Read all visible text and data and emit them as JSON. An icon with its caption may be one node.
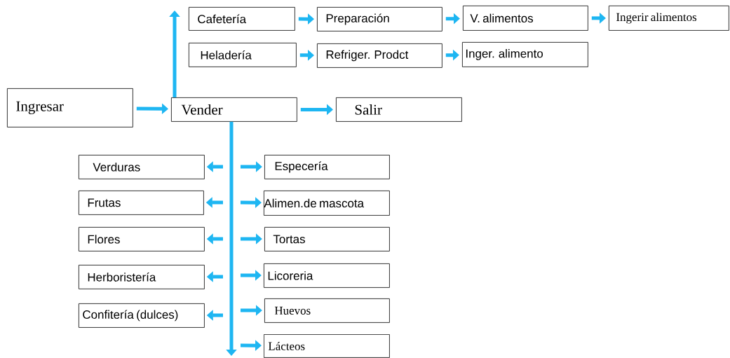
{
  "diagram": {
    "nodes": [
      {
        "text": [
          "Ingresar"
        ]
      },
      {
        "text": [
          "Cafetería"
        ]
      },
      {
        "text": [
          "Preparación"
        ]
      },
      {
        "text": [
          "V. alimentos"
        ]
      },
      {
        "text": [
          "Ingerir alimentos"
        ]
      },
      {
        "text": [
          "Heladería"
        ]
      },
      {
        "text": [
          "Refriger. Prodct"
        ]
      },
      {
        "text": [
          "Inger. alimento"
        ]
      },
      {
        "text": [
          "Vender"
        ]
      },
      {
        "text": [
          "Salir"
        ]
      },
      {
        "text": [
          "Verduras"
        ]
      },
      {
        "text": [
          "Especería"
        ]
      },
      {
        "text": [
          "Frutas"
        ]
      },
      {
        "text": [
          "Alimen.de mascota"
        ]
      },
      {
        "text": [
          "Flores"
        ]
      },
      {
        "text": [
          "Tortas"
        ]
      },
      {
        "text": [
          "Herboristería"
        ]
      },
      {
        "text": [
          "Licoreria"
        ]
      },
      {
        "text": [
          "Confitería (dulces)"
        ]
      },
      {
        "text": [
          "Huevos"
        ]
      },
      {
        "text": [
          "Lácteos"
        ]
      }
    ],
    "edges": [
      {
        "from": 0,
        "to": 8,
        "arrow": "to"
      },
      {
        "from": 8,
        "to": 9,
        "arrow": "to"
      },
      {
        "from": 8,
        "to": null,
        "arrow": "to"
      },
      {
        "from": 1,
        "to": 2,
        "arrow": "to"
      },
      {
        "from": 2,
        "to": 3,
        "arrow": "to"
      },
      {
        "from": 3,
        "to": 4,
        "arrow": "to"
      },
      {
        "from": 5,
        "to": 6,
        "arrow": "to"
      },
      {
        "from": 6,
        "to": 7,
        "arrow": "to"
      },
      {
        "from": 8,
        "to": null,
        "arrow": "to"
      },
      {
        "from": null,
        "to": 10,
        "arrow": "to"
      },
      {
        "from": null,
        "to": 11,
        "arrow": "to"
      },
      {
        "from": null,
        "to": 12,
        "arrow": "to"
      },
      {
        "from": null,
        "to": 13,
        "arrow": "to"
      },
      {
        "from": null,
        "to": 14,
        "arrow": "to"
      },
      {
        "from": null,
        "to": 15,
        "arrow": "to"
      },
      {
        "from": null,
        "to": 16,
        "arrow": "to"
      },
      {
        "from": null,
        "to": 17,
        "arrow": "to"
      },
      {
        "from": null,
        "to": 18,
        "arrow": "to"
      },
      {
        "from": null,
        "to": 19,
        "arrow": "to"
      },
      {
        "from": null,
        "to": 20,
        "arrow": "to"
      }
    ]
  }
}
